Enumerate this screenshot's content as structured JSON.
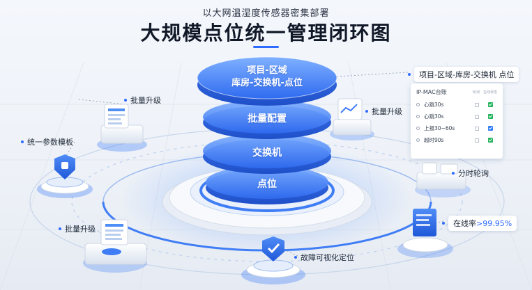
{
  "header": {
    "subtitle": "以大网温湿度传感器密集部署",
    "title": "大规模点位统一管理闭环图"
  },
  "stack_layers": [
    {
      "line1": "项目-区域",
      "line2": "库房-交换机-点位"
    },
    {
      "line1": "批量配置"
    },
    {
      "line1": "交换机"
    },
    {
      "line1": "点位"
    }
  ],
  "callouts": {
    "top_right_title": "项目-区域-库房-交换机 点位",
    "batch_upgrade_left": "批量升级",
    "batch_upgrade_right": "批量升级",
    "template": "统一参数模板",
    "batch_upgrade_bottom": "批量升级",
    "time_polling": "分时轮询",
    "online_rate_label": "在线率",
    "online_rate_value": ">99.95%",
    "fault_locate": "故障可视化定位"
  },
  "table_card": {
    "header": "IP-MAC台账",
    "col2": "轮询",
    "col3": "在线状态",
    "rows": [
      {
        "label": "心跳30s",
        "check": "green"
      },
      {
        "label": "心跳30s",
        "check": "green"
      },
      {
        "label": "上报30~60s",
        "check": "blue"
      },
      {
        "label": "超时90s",
        "check": "green"
      }
    ]
  },
  "colors": {
    "accent": "#2f6bff",
    "layer_blue": "#4f8df7",
    "online_green": "#22b35b"
  }
}
